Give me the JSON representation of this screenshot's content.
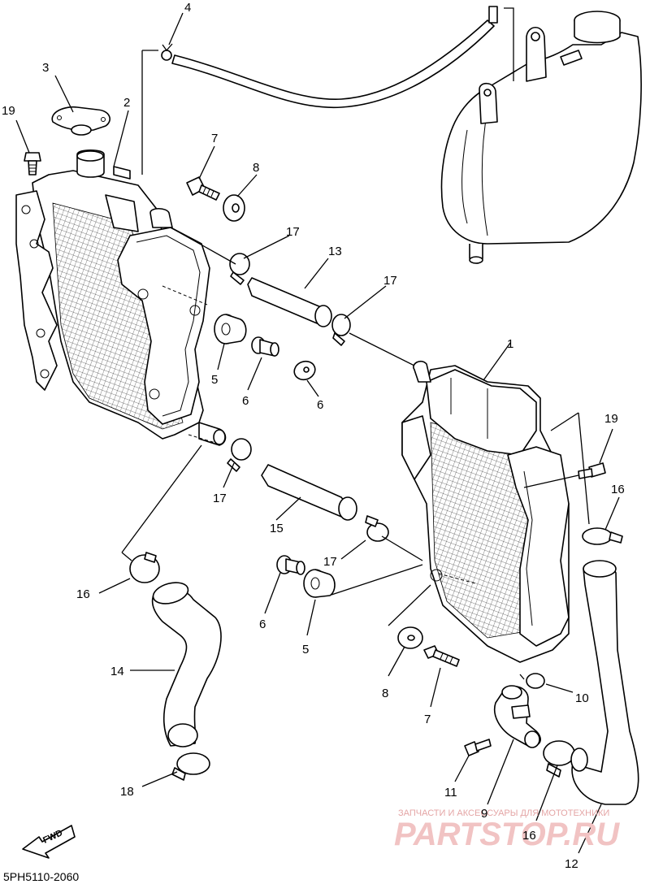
{
  "diagram_code": "5PH5110-2060",
  "fwd_label": "FWD",
  "watermark": {
    "line1": "ЗАПЧАСТИ И АКСЕССУАРЫ ДЛЯ МОТОТЕХНИКИ",
    "line2": "PARTSTOP.RU"
  },
  "callouts": [
    {
      "id": "c4",
      "text": "4"
    },
    {
      "id": "c3",
      "text": "3"
    },
    {
      "id": "c2",
      "text": "2"
    },
    {
      "id": "c19a",
      "text": "19"
    },
    {
      "id": "c7a",
      "text": "7"
    },
    {
      "id": "c8a",
      "text": "8"
    },
    {
      "id": "c17a",
      "text": "17"
    },
    {
      "id": "c13",
      "text": "13"
    },
    {
      "id": "c17b",
      "text": "17"
    },
    {
      "id": "c1",
      "text": "1"
    },
    {
      "id": "c5a",
      "text": "5"
    },
    {
      "id": "c6a",
      "text": "6"
    },
    {
      "id": "c6b",
      "text": "6"
    },
    {
      "id": "c19b",
      "text": "19"
    },
    {
      "id": "c16a",
      "text": "16"
    },
    {
      "id": "c17c",
      "text": "17"
    },
    {
      "id": "c15",
      "text": "15"
    },
    {
      "id": "c16b",
      "text": "16"
    },
    {
      "id": "c17d",
      "text": "17"
    },
    {
      "id": "c6c",
      "text": "6"
    },
    {
      "id": "c5b",
      "text": "5"
    },
    {
      "id": "c14",
      "text": "14"
    },
    {
      "id": "c8b",
      "text": "8"
    },
    {
      "id": "c7b",
      "text": "7"
    },
    {
      "id": "c10",
      "text": "10"
    },
    {
      "id": "c11",
      "text": "11"
    },
    {
      "id": "c9",
      "text": "9"
    },
    {
      "id": "c16c",
      "text": "16"
    },
    {
      "id": "c12",
      "text": "12"
    },
    {
      "id": "c18",
      "text": "18"
    }
  ]
}
